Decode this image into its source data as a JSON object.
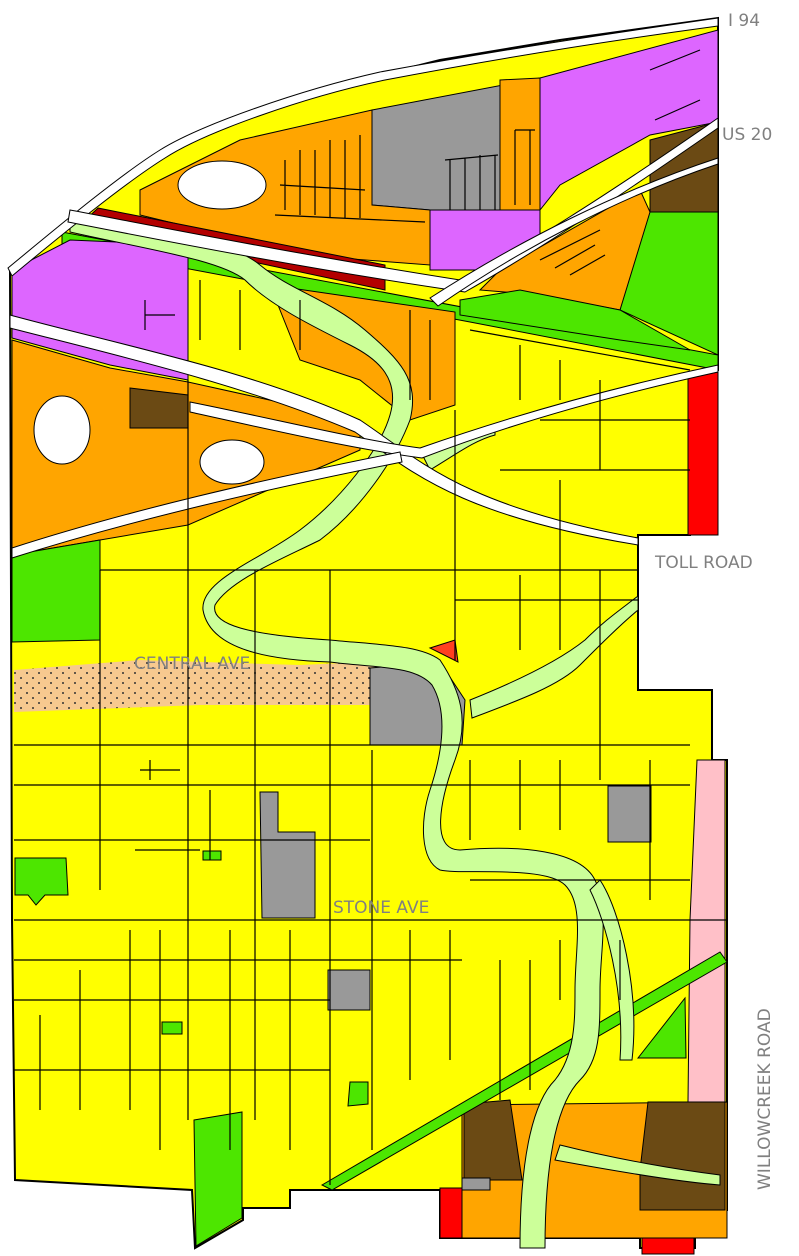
{
  "map": {
    "labels": {
      "i94": "I 94",
      "us20": "US 20",
      "toll_road": "TOLL ROAD",
      "central_ave": "CENTRAL AVE",
      "stone_ave": "STONE AVE",
      "willowcreek_road": "WILLOWCREEK ROAD"
    },
    "colors": {
      "residential_yellow": "#ffff00",
      "commercial_orange": "#ffa500",
      "purple": "#dd66ff",
      "gray": "#999999",
      "dark_brown": "#6b4a14",
      "green": "#4de600",
      "light_green": "#ccff99",
      "dark_red": "#b30000",
      "red": "#ff0000",
      "pink": "#ffc0c8",
      "tan_dotted": "#f7c98f"
    }
  }
}
